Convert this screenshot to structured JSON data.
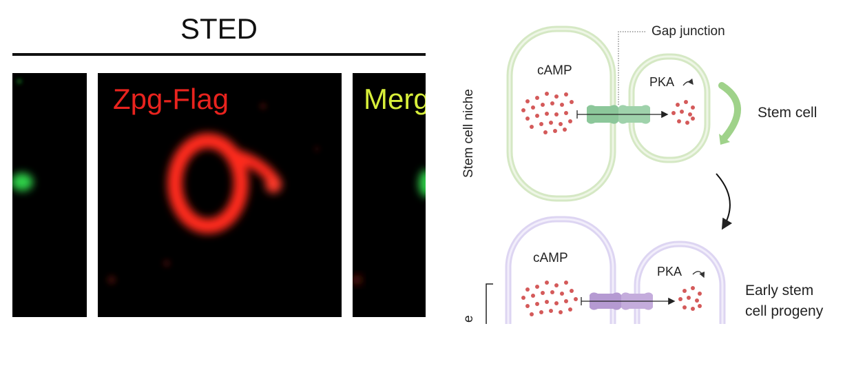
{
  "left_figure": {
    "title": "STED",
    "panels": [
      {
        "label": "",
        "color": "#2ecc40"
      },
      {
        "label": "Zpg-Flag",
        "color": "#e8231e"
      },
      {
        "label": "Merg",
        "color": "#d8ef3a"
      }
    ]
  },
  "diagram": {
    "top": {
      "side_label": "Stem cell niche",
      "left_cell_label": "cAMP",
      "right_cell_label": "PKA",
      "junction_label": "Gap junction",
      "cell_type_label": "Stem cell",
      "membrane_color": "#d5e8c4",
      "channel_color": "#8cc79a"
    },
    "bottom": {
      "side_label": "e",
      "left_cell_label": "cAMP",
      "right_cell_label": "PKA",
      "cell_type_label_line1": "Early stem",
      "cell_type_label_line2": "cell progeny",
      "membrane_color": "#ddd5f2",
      "channel_color": "#b59ad2"
    },
    "molecule_color": "#d45a5a"
  }
}
